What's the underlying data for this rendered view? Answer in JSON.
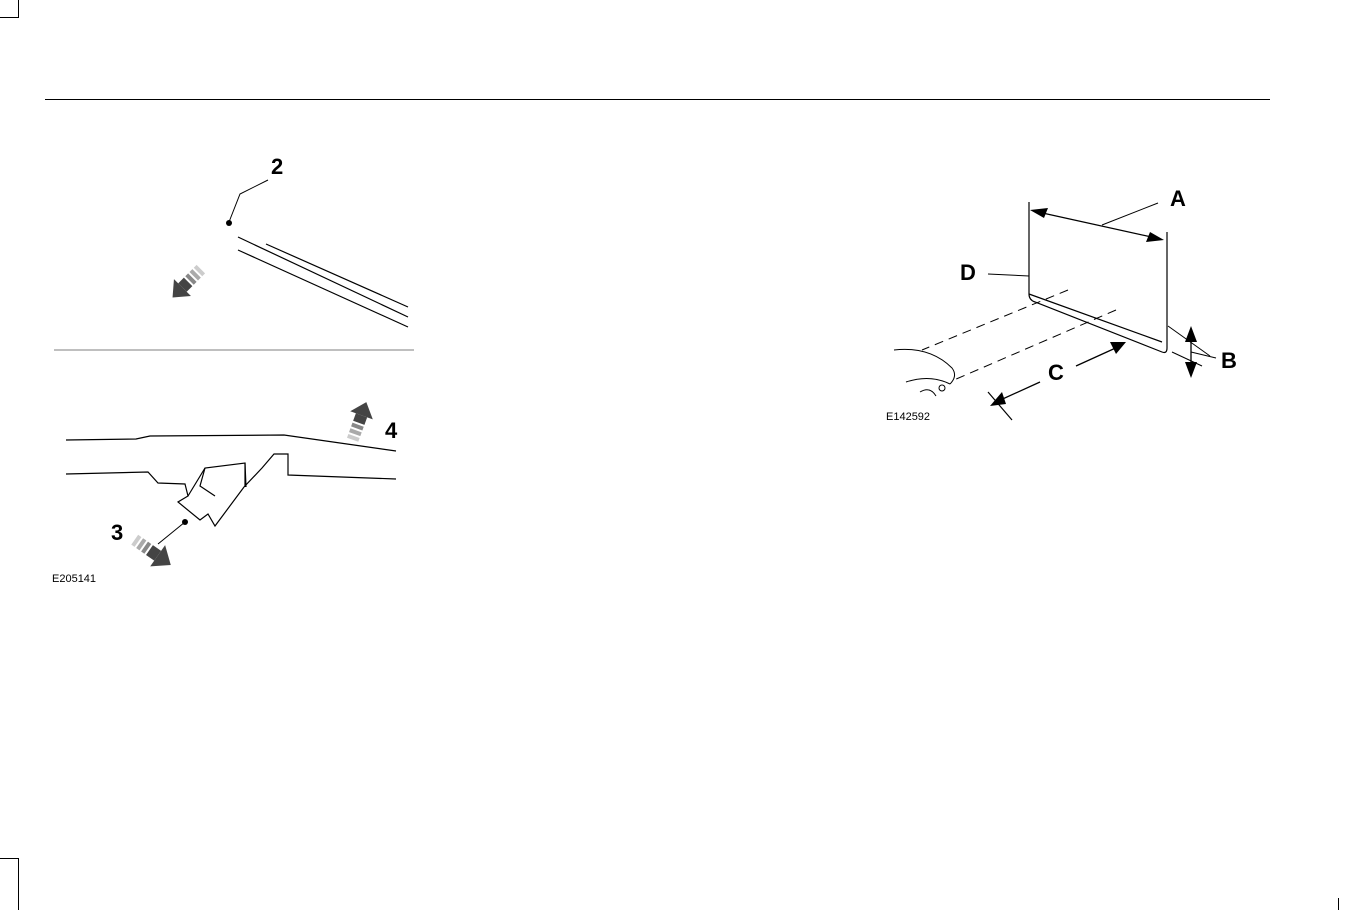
{
  "figure_left": {
    "code": "E205141",
    "callouts": {
      "c2": "2",
      "c3": "3",
      "c4": "4"
    }
  },
  "figure_right": {
    "code": "E142592",
    "labels": {
      "a": "A",
      "b": "B",
      "c": "C",
      "d": "D"
    }
  }
}
